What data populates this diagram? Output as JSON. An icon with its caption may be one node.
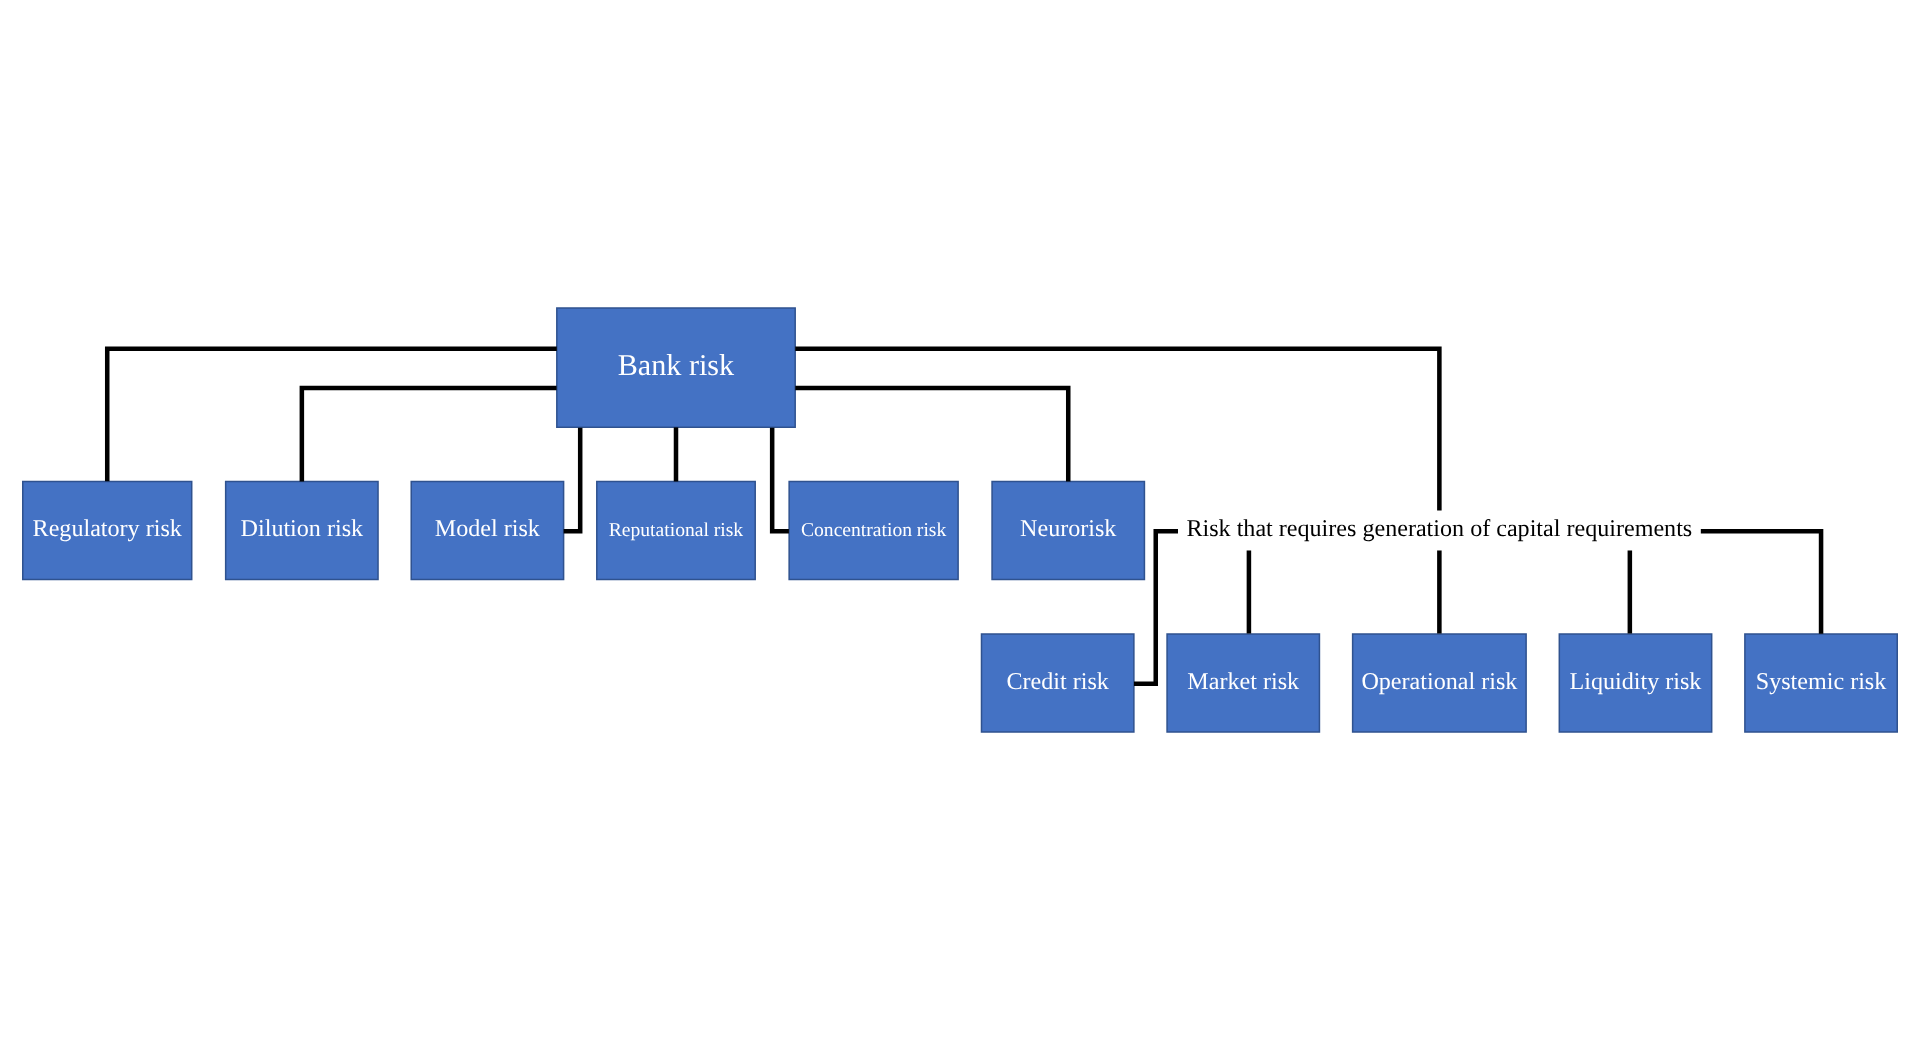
{
  "diagram": {
    "nodes": [
      {
        "text": [
          "Bank risk"
        ]
      },
      {
        "text": [
          "Regulatory risk"
        ]
      },
      {
        "text": [
          "Dilution risk"
        ]
      },
      {
        "text": [
          "Model risk"
        ]
      },
      {
        "text": [
          "Reputational risk"
        ]
      },
      {
        "text": [
          "Concentration risk"
        ]
      },
      {
        "text": [
          "Neurorisk"
        ]
      },
      {
        "text": [
          "Risk that requires generation of capital requirements"
        ]
      },
      {
        "text": [
          "Credit risk"
        ]
      },
      {
        "text": [
          "Market risk"
        ]
      },
      {
        "text": [
          "Operational risk"
        ]
      },
      {
        "text": [
          "Liquidity risk"
        ]
      },
      {
        "text": [
          "Systemic risk"
        ]
      }
    ],
    "edges": [
      {
        "from": 0,
        "to": 1,
        "arrow": "none"
      },
      {
        "from": 0,
        "to": 2,
        "arrow": "none"
      },
      {
        "from": 0,
        "to": 3,
        "arrow": "none"
      },
      {
        "from": 0,
        "to": 4,
        "arrow": "none"
      },
      {
        "from": 0,
        "to": 5,
        "arrow": "none"
      },
      {
        "from": 0,
        "to": 6,
        "arrow": "none"
      },
      {
        "from": 0,
        "to": 7,
        "arrow": "none"
      },
      {
        "from": 7,
        "to": 8,
        "arrow": "none"
      },
      {
        "from": 7,
        "to": 9,
        "arrow": "none"
      },
      {
        "from": 7,
        "to": 10,
        "arrow": "none"
      },
      {
        "from": 7,
        "to": 11,
        "arrow": "none"
      },
      {
        "from": 7,
        "to": 12,
        "arrow": "none"
      }
    ]
  }
}
